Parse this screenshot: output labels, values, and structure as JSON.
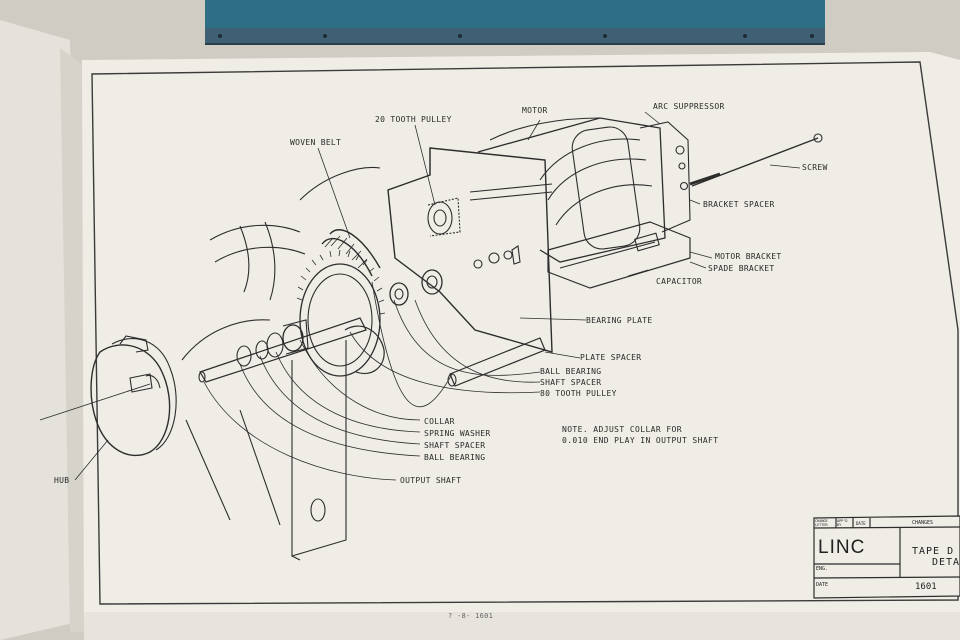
{
  "labels": {
    "motor": "MOTOR",
    "arc_suppressor": "ARC SUPPRESSOR",
    "tooth_pulley_20": "20 TOOTH PULLEY",
    "woven_belt": "WOVEN BELT",
    "screw": "SCREW",
    "bracket_spacer": "BRACKET SPACER",
    "motor_bracket": "MOTOR BRACKET",
    "spade_bracket": "SPADE BRACKET",
    "capacitor": "CAPACITOR",
    "bearing_plate": "BEARING PLATE",
    "plate_spacer": "PLATE SPACER",
    "ball_bearing_1": "BALL BEARING",
    "shaft_spacer_1": "SHAFT SPACER",
    "tooth_pulley_80": "80 TOOTH PULLEY",
    "collar": "COLLAR",
    "spring_washer": "SPRING WASHER",
    "shaft_spacer_2": "SHAFT SPACER",
    "ball_bearing_2": "BALL BEARING",
    "output_shaft": "OUTPUT SHAFT",
    "hub": "HUB"
  },
  "note": {
    "line1": "NOTE. ADJUST  COLLAR FOR",
    "line2": "0.010 END PLAY IN OUTPUT SHAFT"
  },
  "title_block": {
    "h_change_letter": "CHANGE LETTER",
    "h_appd_by": "APP'D BY",
    "h_date": "DATE",
    "h_changes": "CHANGES",
    "logo": "LINC",
    "title_line1": "TAPE D",
    "title_line2": "DETA",
    "eng": "ENG.",
    "date": "DATE",
    "number": "1601"
  },
  "page_footer": "?  -8-  1601"
}
